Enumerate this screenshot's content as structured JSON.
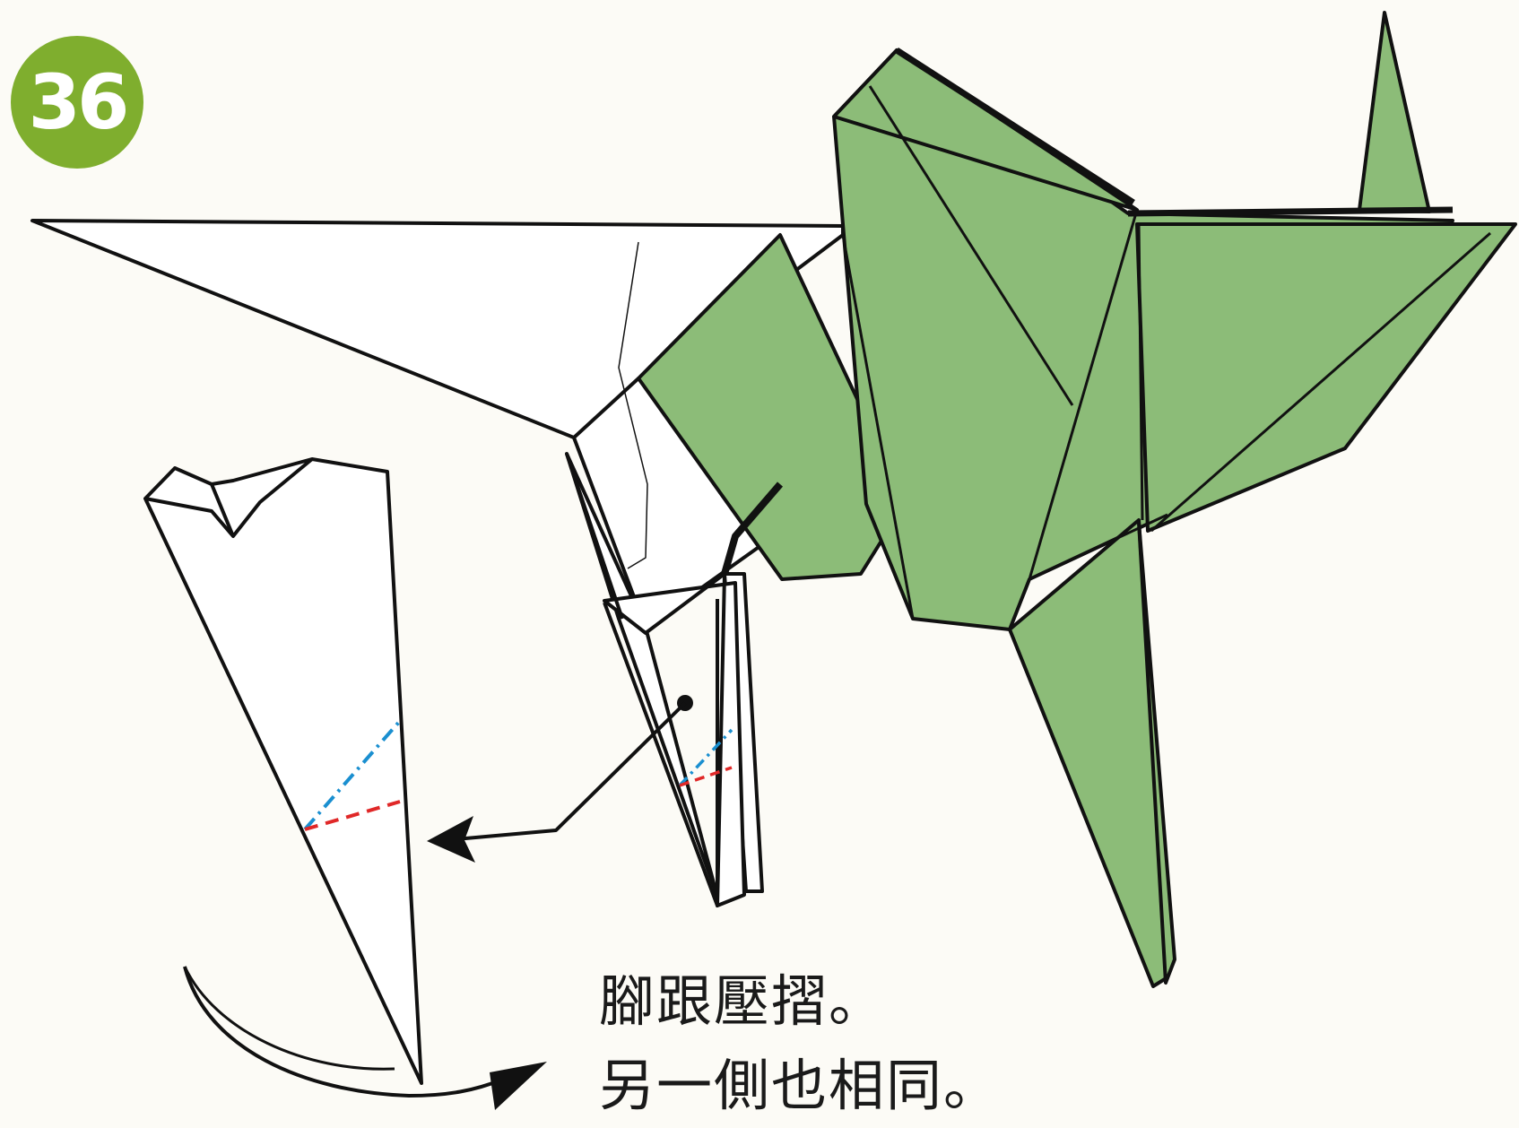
{
  "step": {
    "number": "36"
  },
  "instructions": {
    "line1": "腳跟壓摺。",
    "line2": "另一側也相同。"
  },
  "colors": {
    "badge": "#7fae2e",
    "paper_green": "#8cbc78",
    "paper_white": "#ffffff",
    "outline": "#111111",
    "mountain_fold": "#1a8fd0",
    "valley_fold": "#e02828"
  },
  "icons": [
    "arrow-icon",
    "rotate-arrow-icon",
    "point-marker-icon"
  ]
}
